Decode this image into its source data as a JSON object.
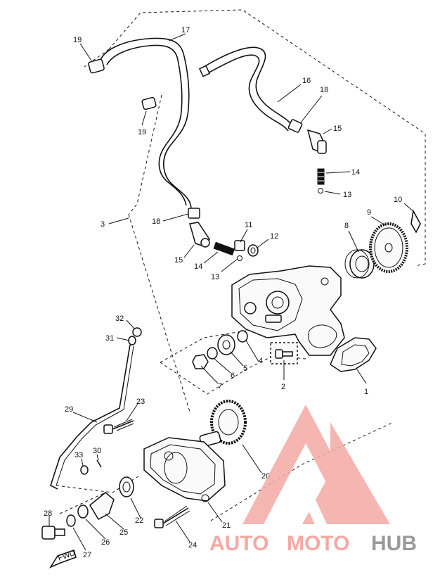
{
  "diagram": {
    "labels": [
      {
        "id": "1",
        "text": "1"
      },
      {
        "id": "2",
        "text": "2"
      },
      {
        "id": "3",
        "text": "3"
      },
      {
        "id": "4",
        "text": "4"
      },
      {
        "id": "5",
        "text": "5"
      },
      {
        "id": "6",
        "text": "6"
      },
      {
        "id": "7",
        "text": "7"
      },
      {
        "id": "8",
        "text": "8"
      },
      {
        "id": "9",
        "text": "9"
      },
      {
        "id": "10",
        "text": "10"
      },
      {
        "id": "11",
        "text": "11"
      },
      {
        "id": "12",
        "text": "12"
      },
      {
        "id": "13a",
        "text": "13"
      },
      {
        "id": "13b",
        "text": "13"
      },
      {
        "id": "14a",
        "text": "14"
      },
      {
        "id": "14b",
        "text": "14"
      },
      {
        "id": "15a",
        "text": "15"
      },
      {
        "id": "15b",
        "text": "15"
      },
      {
        "id": "16",
        "text": "16"
      },
      {
        "id": "17",
        "text": "17"
      },
      {
        "id": "18a",
        "text": "18"
      },
      {
        "id": "18b",
        "text": "18"
      },
      {
        "id": "19a",
        "text": "19"
      },
      {
        "id": "19b",
        "text": "19"
      },
      {
        "id": "20",
        "text": "20"
      },
      {
        "id": "21",
        "text": "21"
      },
      {
        "id": "22",
        "text": "22"
      },
      {
        "id": "23",
        "text": "23"
      },
      {
        "id": "24",
        "text": "24"
      },
      {
        "id": "25",
        "text": "25"
      },
      {
        "id": "26",
        "text": "26"
      },
      {
        "id": "27",
        "text": "27"
      },
      {
        "id": "28",
        "text": "28"
      },
      {
        "id": "29",
        "text": "29"
      },
      {
        "id": "30",
        "text": "30"
      },
      {
        "id": "31",
        "text": "31"
      },
      {
        "id": "32",
        "text": "32"
      },
      {
        "id": "33",
        "text": "33"
      }
    ],
    "fwd_marker": "FWD"
  },
  "watermark": {
    "part1": "AUTO",
    "part2": "MOTO",
    "part3": "HUB",
    "color_primary": "#f4a9a3",
    "color_secondary": "#9a9a9a"
  }
}
